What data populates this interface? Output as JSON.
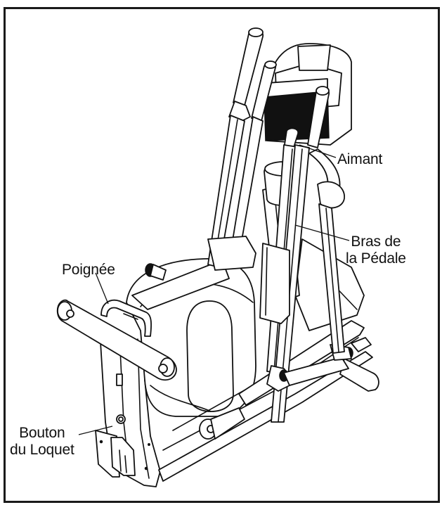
{
  "figure": {
    "subject": "elliptical trainer line drawing",
    "border_color": "#1a1a1a",
    "background": "#ffffff"
  },
  "labels": {
    "aimant": {
      "text": "Aimant"
    },
    "bras_pedale": {
      "line1": "Bras de",
      "line2": "la Pédale"
    },
    "poignee": {
      "text": "Poignée"
    },
    "bouton_loquet": {
      "line1": "Bouton",
      "line2": "du Loquet"
    }
  }
}
